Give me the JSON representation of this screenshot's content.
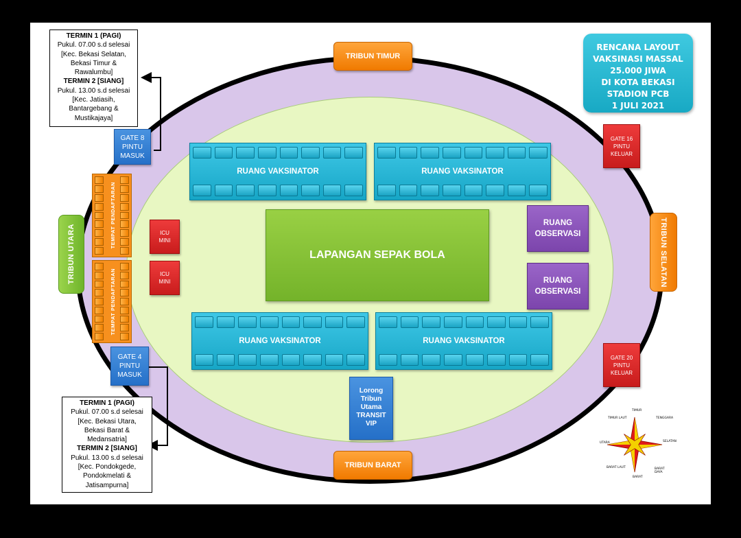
{
  "title": {
    "lines": [
      "RENCANA LAYOUT",
      "VAKSINASI MASSAL",
      "25.000 JIWA",
      "DI KOTA BEKASI",
      "STADION PCB",
      "1 JULI 2021"
    ]
  },
  "stands": {
    "timur": "TRIBUN TIMUR",
    "barat": "TRIBUN BARAT",
    "utara": "TRIBUN UTARA",
    "selatan": "TRIBUN SELATAN"
  },
  "gates": {
    "gate8": [
      "GATE 8",
      "PINTU",
      "MASUK"
    ],
    "gate4": [
      "GATE 4",
      "PINTU",
      "MASUK"
    ],
    "gate16": [
      "GATE 16",
      "PINTU",
      "KELUAR"
    ],
    "gate20": [
      "GATE 20",
      "PINTU",
      "KELUAR"
    ]
  },
  "schedule_top": {
    "t1_title": "TERMIN 1 (PAGI)",
    "t1_time": "Pukul. 07.00 s.d selesai",
    "t1_area": [
      "[Kec. Bekasi Selatan,",
      "Bekasi Timur &",
      "Rawalumbu]"
    ],
    "t2_title": "TERMIN 2 [SIANG]",
    "t2_time": "Pukul. 13.00 s.d selesai",
    "t2_area": [
      "[Kec. Jatiasih,",
      "Bantargebang &",
      "Mustikajaya]"
    ]
  },
  "schedule_bottom": {
    "t1_title": "TERMIN 1 (PAGI)",
    "t1_time": "Pukul. 07.00 s.d selesai",
    "t1_area": [
      "[Kec. Bekasi Utara,",
      "Bekasi Barat &",
      "Medansatria]"
    ],
    "t2_title": "TERMIN 2 [SIANG]",
    "t2_time": "Pukul. 13.00 s.d selesai",
    "t2_area": [
      "[Kec. Pondokgede,",
      "Pondokmelati &",
      "Jatisampurna]"
    ]
  },
  "rooms": {
    "vaksinator": "RUANG VAKSINATOR",
    "observasi": [
      "RUANG",
      "OBSERVASI"
    ],
    "icu": [
      "ICU",
      "MINI"
    ],
    "pendaftaran": "TEMPAT PENDAFTARAN",
    "field": "LAPANGAN SEPAK BOLA",
    "lorong": [
      "Lorong",
      "Tribun",
      "Utama",
      "TRANSIT",
      "VIP"
    ]
  },
  "compass": {
    "n": "TIMUR",
    "ne": "TENGGARA",
    "e": "SELATAN",
    "se": "BARAT DAYA",
    "s": "BARAT",
    "sw": "BARAT LAUT",
    "w": "UTARA",
    "nw": "TIMUR LAUT"
  },
  "colors": {
    "orange": "#f5850a",
    "green": "#7ab833",
    "cyan": "#1db3d1",
    "purple": "#8a55b8",
    "red": "#d42626",
    "blue": "#2f7fd4",
    "lavender": "#d9c6ea",
    "field_bg": "#e8f7c2"
  }
}
